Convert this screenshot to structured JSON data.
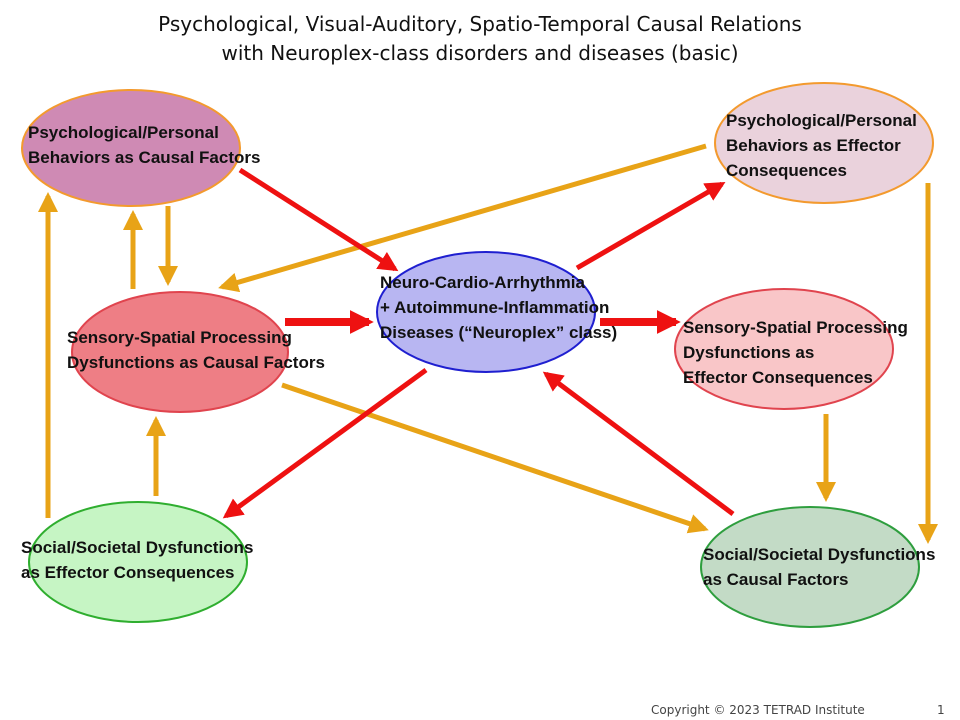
{
  "title": {
    "line1": "Psychological, Visual-Auditory, Spatio-Temporal Causal Relations",
    "line2": "with Neuroplex-class disorders and diseases (basic)"
  },
  "nodes": {
    "psych_causal": {
      "line1": "Psychological/Personal",
      "line2": "Behaviors as Causal Factors",
      "fill": "#cf8ab4",
      "stroke": "#f39a2e"
    },
    "psych_effector": {
      "line1": "Psychological/Personal",
      "line2": "Behaviors as Effector",
      "line3": "Consequences",
      "fill": "#ead2dc",
      "stroke": "#f39a2e"
    },
    "sensory_causal": {
      "line1": "Sensory-Spatial Processing",
      "line2": "Dysfunctions as Causal Factors",
      "fill": "#ee7e85",
      "stroke": "#e0444e"
    },
    "neuroplex": {
      "line1": "Neuro-Cardio-Arrhythmia",
      "line2": "+ Autoimmune-Inflammation",
      "line3": "Diseases (“Neuroplex” class)",
      "fill": "#b8b6f2",
      "stroke": "#1f1fd0"
    },
    "sensory_effector": {
      "line1": "Sensory-Spatial Processing",
      "line2": "Dysfunctions as",
      "line3": "Effector Consequences",
      "fill": "#f9c6c8",
      "stroke": "#e0444e"
    },
    "social_effector": {
      "line1": "Social/Societal Dysfunctions",
      "line2": "as Effector Consequences",
      "fill": "#c6f5c4",
      "stroke": "#2fae2f"
    },
    "social_causal": {
      "line1": "Social/Societal Dysfunctions",
      "line2": "as Causal Factors",
      "fill": "#c3dbc6",
      "stroke": "#2e9e3e"
    }
  },
  "colors": {
    "red_arrow": "#ee1111",
    "gold_arrow": "#e8a317"
  },
  "footer": {
    "copyright": "Copyright © 2023 TETRAD Institute",
    "page": "1"
  }
}
